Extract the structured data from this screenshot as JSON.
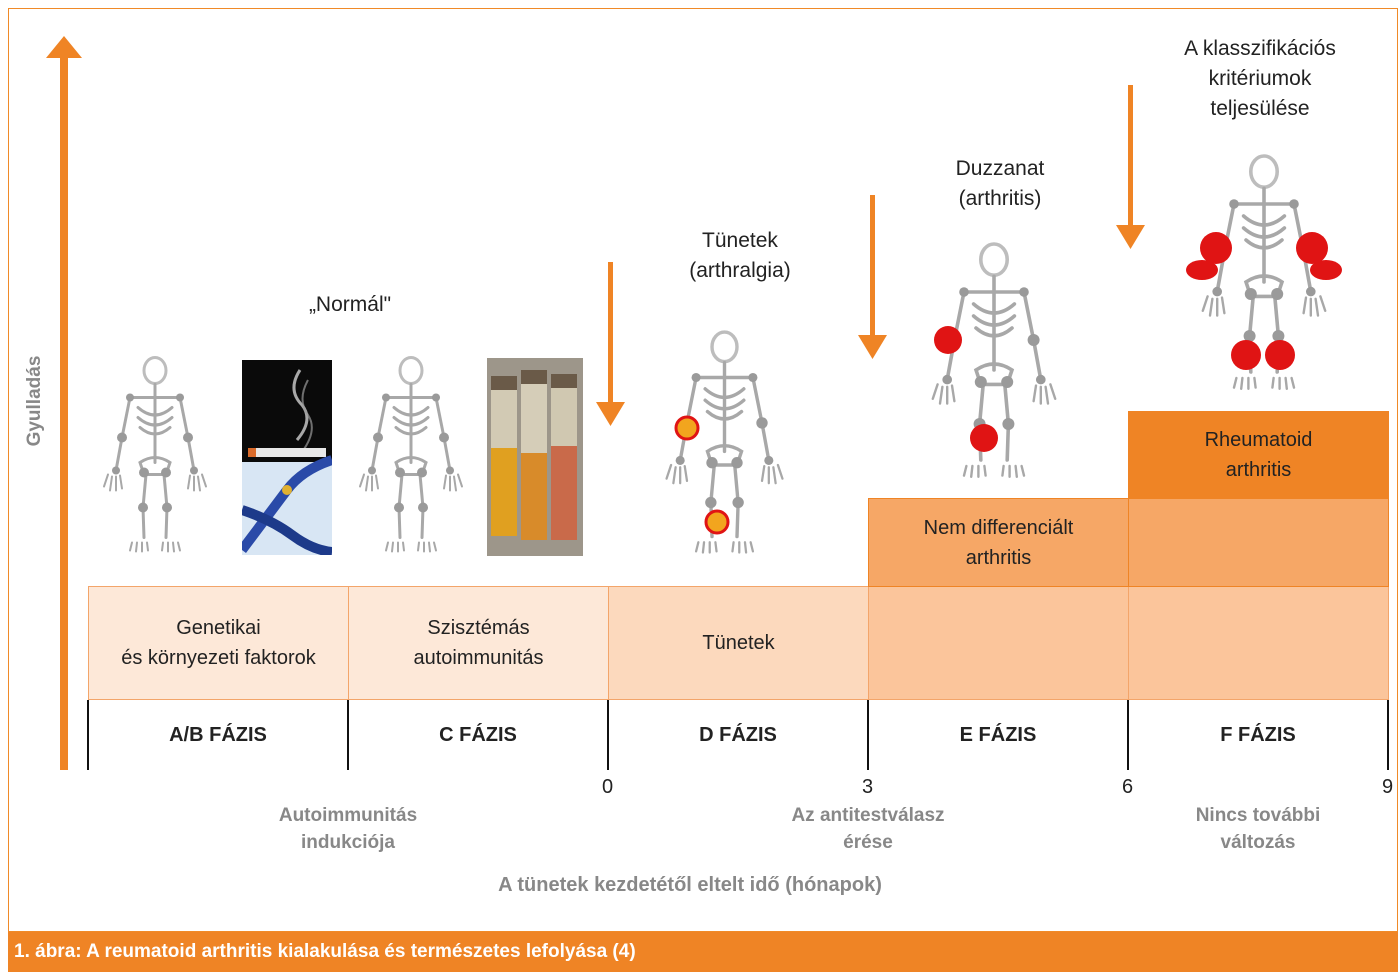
{
  "y_axis_label": "Gyulladás",
  "top_labels": {
    "normal": "„Normál\"",
    "symptoms_1": "Tünetek",
    "symptoms_2": "(arthralgia)",
    "swelling_1": "Duzzanat",
    "swelling_2": "(arthritis)",
    "criteria_1": "A klasszifikációs",
    "criteria_2": "kritériumok",
    "criteria_3": "teljesülése"
  },
  "boxes": {
    "ab_1": "Genetikai",
    "ab_2": "és környezeti faktorok",
    "c_1": "Szisztémás",
    "c_2": "autoimmunitás",
    "d": "Tünetek",
    "nem_1": "Nem differenciált",
    "nem_2": "arthritis",
    "ra_1": "Rheumatoid",
    "ra_2": "arthritis"
  },
  "phases": [
    "A/B FÁZIS",
    "C FÁZIS",
    "D FÁZIS",
    "E FÁZIS",
    "F FÁZIS"
  ],
  "ticks": [
    "0",
    "3",
    "6",
    "9"
  ],
  "bottom_notes": {
    "induction_1": "Autoimmunitás",
    "induction_2": "indukciója",
    "maturation_1": "Az antitestválasz",
    "maturation_2": "érése",
    "nochange_1": "Nincs további",
    "nochange_2": "változás"
  },
  "x_axis_label": "A tünetek kezdetétől eltelt idő (hónapok)",
  "caption": "1. ábra: A reumatoid arthritis kialakulása és természetes lefolyása (4)",
  "colors": {
    "accent": "#ef8425",
    "box_light": "#fde8d8",
    "box_mid": "#fbc59b",
    "box_strong": "#f6a766",
    "box_dark": "#ef8425",
    "inflamed_joint": "#e01414"
  }
}
